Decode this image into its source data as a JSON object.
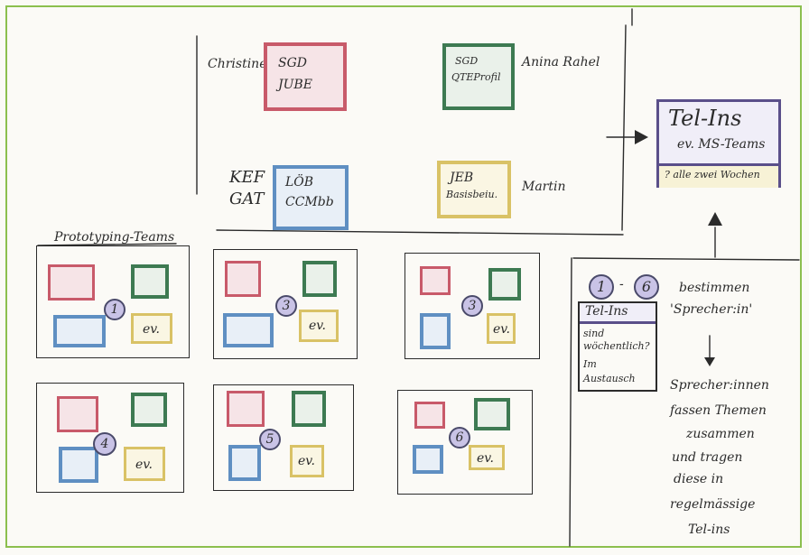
{
  "colors": {
    "red": "#c85a6a",
    "green": "#3d7a52",
    "blue": "#5f8fc2",
    "yellow": "#d9c266",
    "purple": "#5a4f8a",
    "ink": "#2b2b2b",
    "frame": "#8cbf4e"
  },
  "top": {
    "christine": {
      "name": "Christine",
      "team_lines": [
        "SGD",
        "JUBE"
      ]
    },
    "anina": {
      "name": "Anina Rahel",
      "team_lines": [
        "SGD",
        "QTEProfil"
      ]
    },
    "kef": {
      "name_lines": [
        "KEF",
        "GAT"
      ],
      "team_lines": [
        "LÖB",
        "CCMbb"
      ]
    },
    "martin": {
      "name": "Martin",
      "team_lines": [
        "JEB",
        "Basisbeiu."
      ]
    }
  },
  "tel_ins_top": {
    "title": "Tel-Ins",
    "subtitle": "ev. MS-Teams",
    "footer": "? alle zwei Wochen"
  },
  "prototyping": {
    "label": "Prototyping-Teams",
    "ev_label": "ev.",
    "groups": [
      {
        "number": "1"
      },
      {
        "number": "3"
      },
      {
        "number": "3"
      },
      {
        "number": "4"
      },
      {
        "number": "5"
      },
      {
        "number": "6"
      }
    ]
  },
  "right_panel": {
    "range_start": "1",
    "dash": "-",
    "range_end": "6",
    "tel_ins": "Tel-Ins",
    "card_lines": [
      "sind",
      "wöchentlich?",
      "Im",
      "Austausch"
    ],
    "bestimmen_lines": [
      "bestimmen",
      "'Sprecher:in'"
    ],
    "sprecher_lines": [
      "Sprecher:innen",
      "fassen Themen",
      "zusammen",
      "und tragen",
      "diese in",
      "regelmässige",
      "Tel-ins"
    ]
  }
}
